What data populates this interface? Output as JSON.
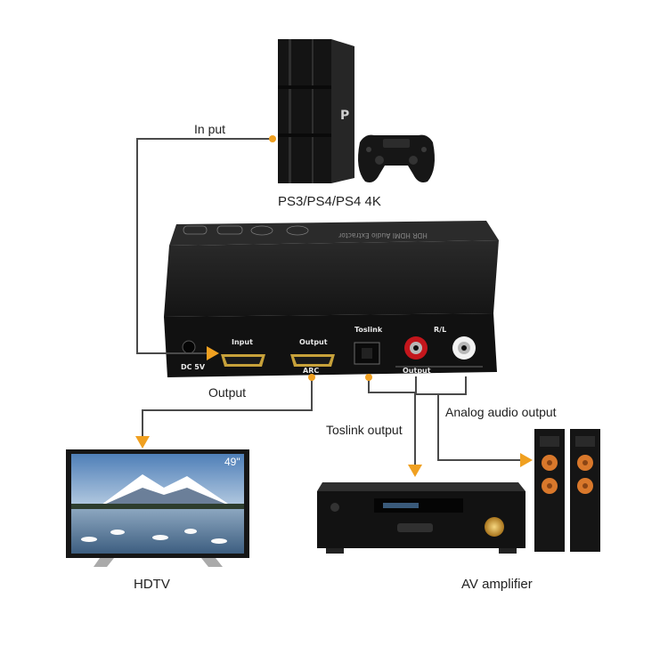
{
  "devices": {
    "console_caption": "PS3/PS4/PS4 4K",
    "tv_caption": "HDTV",
    "tv_badge": "49\"",
    "amplifier_caption": "AV amplifier"
  },
  "connections": {
    "input_label": "In put",
    "output_label": "Output",
    "toslink_label": "Toslink output",
    "analog_label": "Analog audio output"
  },
  "extractor": {
    "title": "HDR HDMI Audio Extractor",
    "ports": {
      "dc": "DC 5V",
      "input": "Input",
      "output": "Output",
      "arc": "ARC",
      "toslink": "Toslink",
      "rl": "R/L",
      "analog_output": "Output"
    }
  },
  "colors": {
    "cable": "#4a4a4a",
    "arrow": "#f0a020",
    "device": "#1c1c1c",
    "rca_red": "#c4161c",
    "rca_white": "#f2f2f2",
    "speaker_driver": "#d9782b"
  }
}
